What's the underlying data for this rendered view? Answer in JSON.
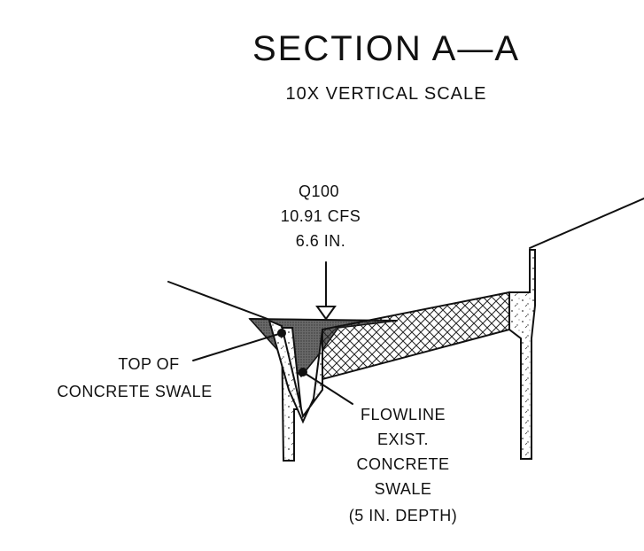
{
  "title": "SECTION A—A",
  "subtitle": "10X VERTICAL SCALE",
  "flow": {
    "label": "Q100",
    "rate": "10.91 CFS",
    "depth": "6.6 IN."
  },
  "top_label": {
    "line1": "TOP OF",
    "line2": "CONCRETE SWALE"
  },
  "flowline_label": {
    "line1": "FLOWLINE",
    "line2": "EXIST.",
    "line3": "CONCRETE",
    "line4": "SWALE",
    "line5": "(5 IN. DEPTH)"
  },
  "colors": {
    "line": "#111111",
    "water": "#555555",
    "hatch": "#222222"
  }
}
